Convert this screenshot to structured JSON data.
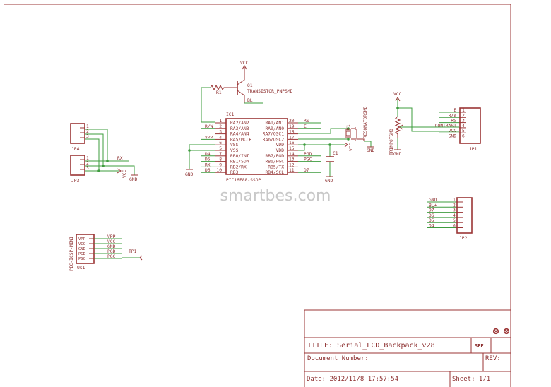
{
  "watermark": "smartbes.com",
  "colors": {
    "symbol": "#9b3535",
    "wire": "#3e9c3e",
    "text": "#8c2f2f"
  },
  "ic1": {
    "ref": "IC1",
    "value": "PIC16F88-SSOP",
    "left_pins": [
      {
        "num": "1",
        "name": "RA2/AN2",
        "net": ""
      },
      {
        "num": "2",
        "name": "RA3/AN3",
        "net": "R/W"
      },
      {
        "num": "3",
        "name": "RA4/AN4",
        "net": ""
      },
      {
        "num": "4",
        "name": "RA5/MCLR",
        "net": "VPP"
      },
      {
        "num": "6",
        "name": "VSS",
        "net": ""
      },
      {
        "num": "5",
        "name": "VSS",
        "net": ""
      },
      {
        "num": "7",
        "name": "RB0/INT",
        "net": "D4"
      },
      {
        "num": "8",
        "name": "RB1/SDA",
        "net": "D5"
      },
      {
        "num": "9",
        "name": "RB2/RX",
        "net": "RX"
      },
      {
        "num": "10",
        "name": "RB3",
        "net": "D6"
      }
    ],
    "right_pins": [
      {
        "num": "20",
        "name": "RA1/AN1",
        "net": "RS"
      },
      {
        "num": "19",
        "name": "RA0/AN0",
        "net": "E"
      },
      {
        "num": "18",
        "name": "RA7/OSC1",
        "net": ""
      },
      {
        "num": "17",
        "name": "RA6/OSC2",
        "net": ""
      },
      {
        "num": "16",
        "name": "VDD",
        "net": ""
      },
      {
        "num": "15",
        "name": "VDD",
        "net": ""
      },
      {
        "num": "14",
        "name": "RB7/PGD",
        "net": "PGD"
      },
      {
        "num": "13",
        "name": "RB6/PGC",
        "net": "PGC"
      },
      {
        "num": "12",
        "name": "RB5/TX",
        "net": ""
      },
      {
        "num": "11",
        "name": "RB4/SCL",
        "net": "D7"
      }
    ]
  },
  "q1": {
    "ref": "Q1",
    "value": "TRANSISTOR_PNPSMD",
    "vcc": "VCC",
    "net": "BL+"
  },
  "r1": {
    "ref": "R1"
  },
  "ic_gnd": "GND",
  "c1": {
    "ref": "C1",
    "gnd": "GND",
    "vcc": "VCC"
  },
  "y1": {
    "ref": "Y1",
    "value": "RESONATORSMD",
    "gnd": "GND"
  },
  "jp1": {
    "ref": "JP1",
    "pins": [
      {
        "num": "1",
        "net": "E"
      },
      {
        "num": "2",
        "net": "R/W"
      },
      {
        "num": "3",
        "net": "RS"
      },
      {
        "num": "4",
        "net": "CONTRAST"
      },
      {
        "num": "5",
        "net": "VCC"
      },
      {
        "num": "6",
        "net": "GND"
      }
    ]
  },
  "pot": {
    "value": "TRIMPOTSMD",
    "vcc": "VCC",
    "gnd": "GND"
  },
  "jp2": {
    "ref": "JP2",
    "pins": [
      {
        "num": "1",
        "net": "GND"
      },
      {
        "num": "2",
        "net": "BL+"
      },
      {
        "num": "3",
        "net": "D7"
      },
      {
        "num": "4",
        "net": "D6"
      },
      {
        "num": "5",
        "net": "D5"
      },
      {
        "num": "6",
        "net": "D4"
      }
    ]
  },
  "jp4": {
    "ref": "JP4",
    "pins": [
      "1",
      "2",
      "3"
    ]
  },
  "jp3": {
    "ref": "JP3",
    "pins": [
      "1",
      "2",
      "3"
    ],
    "rx": "RX",
    "vcc": "VCC",
    "gnd": "GND"
  },
  "u1": {
    "ref": "U$1",
    "value": "PIC-ICSP-MINI",
    "pins": [
      {
        "name": "VPP",
        "net": "VPP"
      },
      {
        "name": "VCC",
        "net": "VCC"
      },
      {
        "name": "GND",
        "net": "GND"
      },
      {
        "name": "PGD",
        "net": "PGD"
      },
      {
        "name": "PGC",
        "net": "PGC"
      }
    ],
    "tp": "TP1"
  },
  "title_block": {
    "title": "TITLE: Serial_LCD_Backpack_v28",
    "logo": "SFE",
    "document": "Document Number:",
    "rev": "REV:",
    "date": "Date: 2012/11/8 17:57:54",
    "sheet": "Sheet: 1/1"
  }
}
